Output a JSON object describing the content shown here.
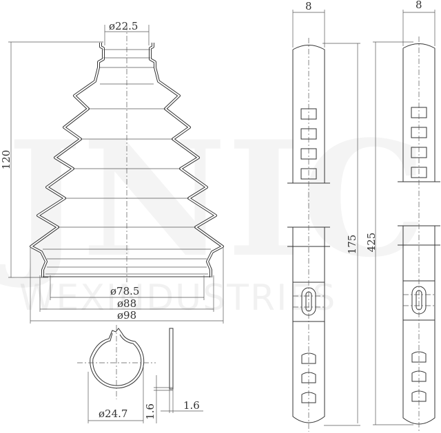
{
  "watermark": {
    "logo": "JNIC",
    "company": "WEXINDUSTRIES"
  },
  "boot": {
    "dims": {
      "top_diameter": "ø22.5",
      "height": "120",
      "inner_diameter": "ø78.5",
      "mid_diameter": "ø88",
      "outer_diameter": "ø98"
    }
  },
  "clamp_ring": {
    "dims": {
      "diameter": "ø24.7",
      "wire_height": "1.6",
      "wire_width": "1.6"
    }
  },
  "straps": [
    {
      "width": "8",
      "length": "175"
    },
    {
      "width": "8",
      "length": "425"
    }
  ]
}
